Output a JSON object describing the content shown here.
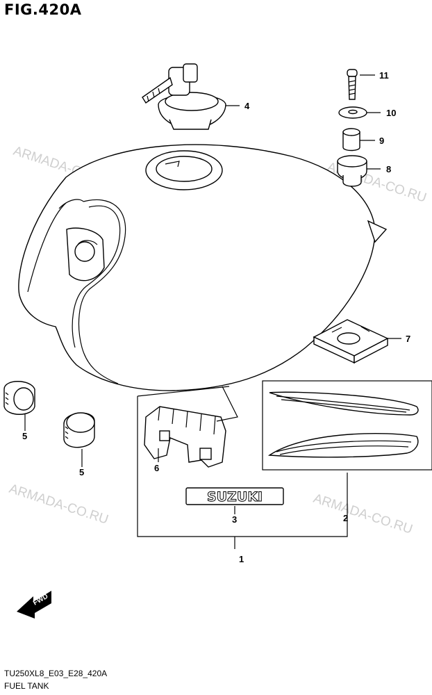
{
  "figure_title": "FIG.420A",
  "footer": {
    "code": "TU250XL8_E03_E28_420A",
    "name": "FUEL TANK"
  },
  "watermark": "ARMADA-CO.RU",
  "badge_text": "SUZUKI",
  "fwd_label": "FWD",
  "callouts": {
    "p1": "1",
    "p2": "2",
    "p3": "3",
    "p4": "4",
    "p5a": "5",
    "p5b": "5",
    "p6": "6",
    "p7": "7",
    "p8": "8",
    "p9": "9",
    "p10": "10",
    "p11": "11"
  }
}
